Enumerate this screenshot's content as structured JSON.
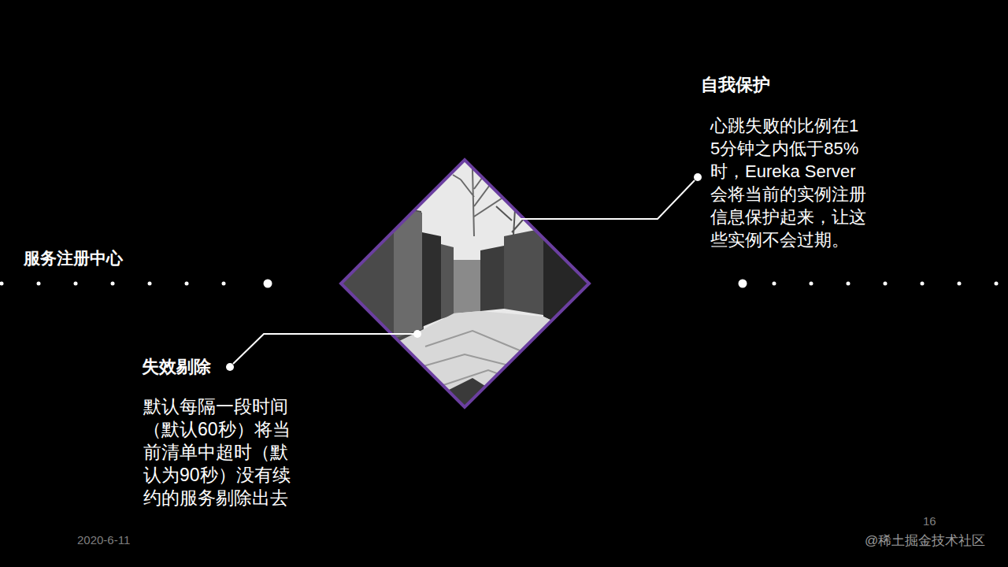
{
  "diagram": {
    "labels": [
      "服务注册中心",
      "自我保护",
      "心跳失败的比例在15分钟之内低于85%时，Eureka Server会将当前的实例注册信息保护起来，让这些实例不会过期。",
      "失效剔除",
      "默认每隔一段时间（默认60秒）将当前清单中超时（默认为90秒）没有续约的服务剔除出去",
      "2020-6-11",
      "16",
      "@稀土掘金技术社区"
    ]
  }
}
